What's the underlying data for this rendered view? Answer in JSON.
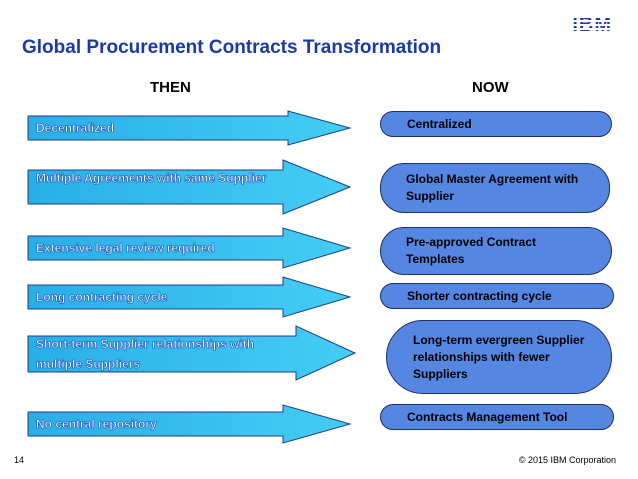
{
  "header": {
    "logo": "IBM",
    "title": "Global Procurement Contracts Transformation"
  },
  "columns": {
    "then": "THEN",
    "now": "NOW"
  },
  "rows": [
    {
      "then": "Decentralized",
      "now": "Centralized"
    },
    {
      "then": "Multiple Agreements with same Supplier",
      "now": "Global Master Agreement with Supplier"
    },
    {
      "then": "Extensive legal review required",
      "now": "Pre-approved Contract Templates"
    },
    {
      "then": "Long contracting cycle",
      "now": "Shorter contracting cycle"
    },
    {
      "then": "Short-term Supplier relationships with multiple Suppliers",
      "now": "Long-term evergreen Supplier relationships with fewer Suppliers"
    },
    {
      "then": "No central repository",
      "now": "Contracts Management Tool"
    }
  ],
  "colors": {
    "arrow_fill": "#38c2f0",
    "pill_fill": "#5586e2",
    "title": "#1b3aa8"
  },
  "footer": {
    "page_number": "14",
    "copyright": "© 2015 IBM Corporation"
  }
}
